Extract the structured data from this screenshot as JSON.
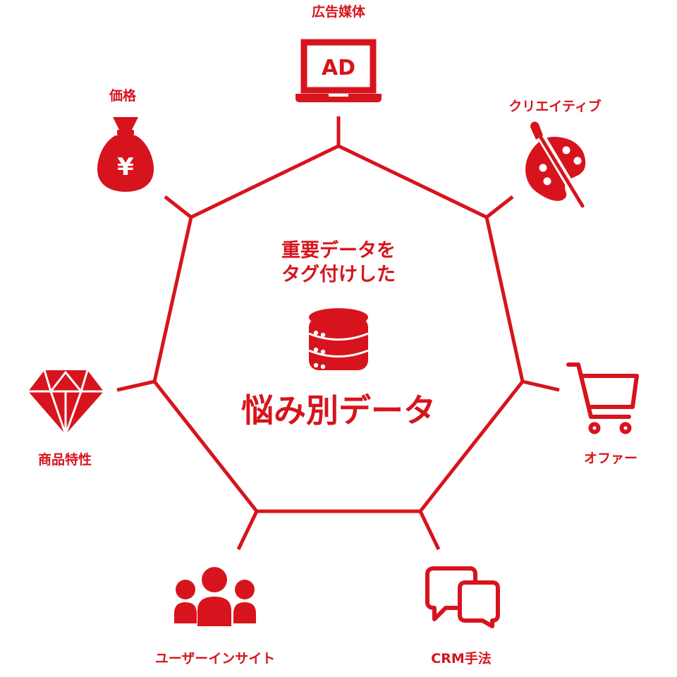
{
  "accent_color": "#d7141d",
  "center": {
    "subtitle_line1": "重要データを",
    "subtitle_line2": "タグ付けした",
    "title": "悩み別データ",
    "icon": "database-icon"
  },
  "nodes": {
    "ad_media": {
      "label": "広告媒体",
      "icon": "laptop-ad-icon",
      "screen_text": "AD"
    },
    "creative": {
      "label": "クリエイティブ",
      "icon": "palette-brush-icon"
    },
    "offer": {
      "label": "オファー",
      "icon": "shopping-cart-icon"
    },
    "crm": {
      "label": "CRM手法",
      "icon": "chat-bubbles-icon"
    },
    "user_insight": {
      "label": "ユーザーインサイト",
      "icon": "users-group-icon"
    },
    "product": {
      "label": "商品特性",
      "icon": "diamond-icon"
    },
    "price": {
      "label": "価格",
      "icon": "yen-money-bag-icon"
    }
  }
}
